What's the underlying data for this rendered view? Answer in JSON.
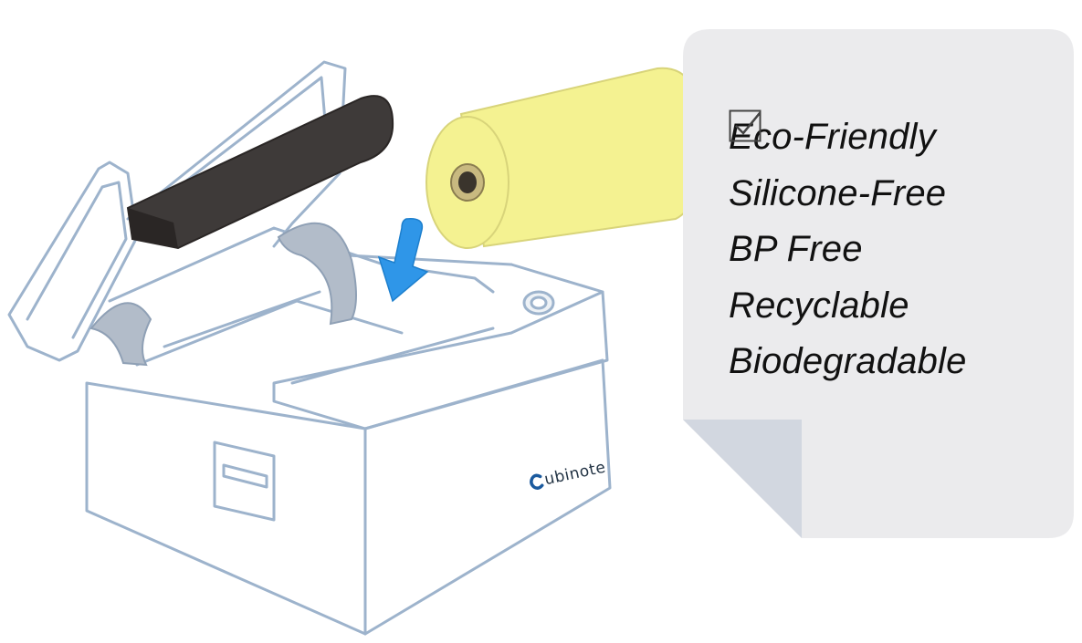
{
  "features": [
    {
      "label": "Eco-Friendly",
      "checked": true
    },
    {
      "label": "Silicone-Free",
      "checked": true
    },
    {
      "label": "BP Free",
      "checked": true
    },
    {
      "label": "Recyclable",
      "checked": true
    },
    {
      "label": "Biodegradable",
      "checked": true
    }
  ],
  "brand": {
    "name": "ubinote"
  },
  "colors": {
    "outline": "#9db3cc",
    "card": "#ebebed",
    "card_fold": "#d2d7e0",
    "roll": "#f4f291",
    "arrow": "#2f96e8",
    "roller": "#3e3a39",
    "gear": "#b2bcc9"
  }
}
